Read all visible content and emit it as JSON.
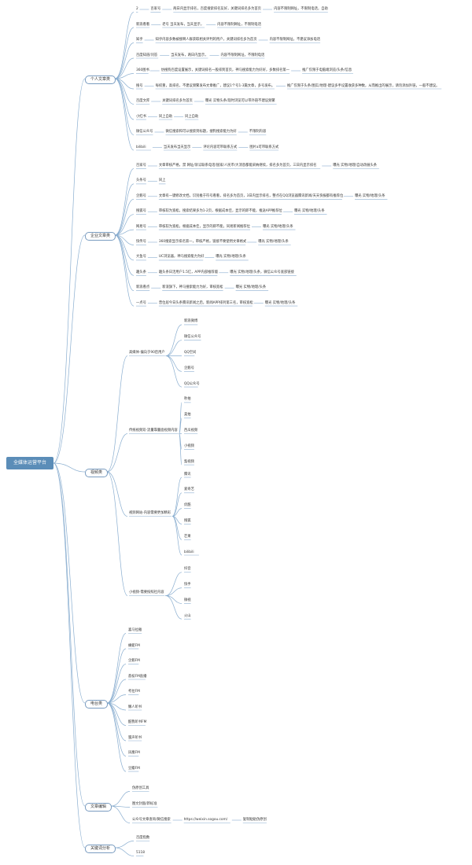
{
  "root": "全媒体运营平台",
  "branches": [
    {
      "label": "个人文章类",
      "children": [
        {
          "label": "百家号",
          "parts": [
            "2",
            "百家号",
            "两日内显示排名，百度搜索排名友好，关键词排名多为首页",
            "内容不限制网址，不限制电话，自助"
          ]
        },
        {
          "label": "新浪看看",
          "parts": [
            "新浪看看",
            "老号 当天发布，当天显示，",
            "内容不限制网址，不限制电话"
          ]
        },
        {
          "label": "知乎",
          "parts": [
            "知乎",
            "知乎内容多数被搜啊人群获取相关评判的用户，关键词排名多为首页",
            "内容不限制网址，不建议添加电话"
          ]
        },
        {
          "label": "百度知道/问答",
          "parts": [
            "百度知道/问答",
            "当天发布，两日内显示，",
            "内容不限制网址，不限制电话"
          ]
        },
        {
          "label": "360图书",
          "parts": [
            "360图书",
            "仿搜狗百度设置展示，关键词排名一般排到首页，神马搜索能力为好好，多数排名第一",
            "推广仅限于电脑端浏览/头条/信息"
          ]
        },
        {
          "label": "搜号",
          "parts": [
            "搜号",
            "每权重，高排名，不建议频繁发布文章推广，建议1个号1-3篇文章，多号发布。",
            "推广仅限于头条/图实/地理-建议多手设置收获多种数，从而推出的展示，请勿添加外链，一般不建议。"
          ]
        },
        {
          "label": "百度文库",
          "parts": [
            "百度文库",
            "关键词排名多为首页",
            "曝光 实物头条/现时浏览可以带外链不建议频繁"
          ]
        },
        {
          "label": "小红书",
          "parts": [
            "小红书",
            "同上自助",
            "同上自助"
          ]
        },
        {
          "label": "微信公众号",
          "parts": [
            "微信公众号",
            "微信搜索和可以搜索到标题，搜狗搜索能力为好",
            "不限制内容"
          ]
        },
        {
          "label": "bilibili",
          "parts": [
            "bilibili",
            "当天发布当天显示",
            "评论内容可带联系方式",
            "图片a可带联系方式"
          ]
        }
      ]
    },
    {
      "label": "企业文章类",
      "children": [
        {
          "label": "百家号",
          "parts": [
            "百家号",
            "文章审核严格，禁 网址/诉讼联系电话/国家/人民币/大消息都能采纳继续，排名多为首页，三日内显示排名",
            "曝光 实物/地理/自动改展头条"
          ]
        },
        {
          "label": "头条号",
          "parts": [
            "头条号",
            "同上"
          ]
        },
        {
          "label": "企鹅号",
          "parts": [
            "企鹅号",
            "文章有一键修改文档，识别推于符号看看，排名多为首页，3日内显示排名，整点在QQ浏览器腾讯新闻/天天快报都有推荐位",
            "曝光 实物/地理/头条"
          ]
        },
        {
          "label": "搜狐号",
          "parts": [
            "搜狐号",
            "审核较为宽松，搜索结果多为1-2页，根据成本佳，显示的即不能，推送APP推荐位",
            "曝光 实物/地理/头条"
          ]
        },
        {
          "label": "网易号",
          "parts": [
            "网易号",
            "审核较为宽松，根据成本佳，显示的即不能，同易新闻推荐位",
            "曝光 实物/地理/头条"
          ]
        },
        {
          "label": "快传号",
          "parts": [
            "快传号",
            "360搜索显示排名第一，审核严格，链接不要使用文章格式",
            "曝光 实物/地理/头条"
          ]
        },
        {
          "label": "大鱼号",
          "parts": [
            "大鱼号",
            "UC浏览器，神马搜索能力为好",
            "曝光 实物/地理/头条"
          ]
        },
        {
          "label": "趣头条",
          "parts": [
            "趣头条",
            "趣头条日活用户1.5亿，APP内部推荐版",
            "曝光 实物/地理/头条，微信公众号底部链接"
          ]
        },
        {
          "label": "新浪看点",
          "parts": [
            "新浪看点",
            "新浪旗下，神马搜索能力为好，审核宽松",
            "曝光 实物/地理/头条"
          ]
        },
        {
          "label": "一点号",
          "parts": [
            "一点号",
            "曾位居今日头条腾讯新闻之后，新闻APP排列第三名，审核宽松",
            "曝光 实物/地理/头条"
          ]
        }
      ]
    },
    {
      "label": "视频类",
      "groups": [
        {
          "label": "高媒体-偏向于90后用户",
          "items": [
            "新浪微博",
            "微信公众号",
            "QQ空间",
            "企鹅号",
            "QQ公众号"
          ]
        },
        {
          "label": "传统视频双-流量靠量面视频内容",
          "items": [
            "秒拍",
            "美拍",
            "西瓜视频",
            "小视频",
            "梨视频"
          ]
        },
        {
          "label": "视频网站-内容需要更加精彩",
          "items": [
            "腾讯",
            "爱奇艺",
            "优酷",
            "搜狐",
            "芒果",
            "bilibili"
          ]
        },
        {
          "label": "小视频-需要按照社内容",
          "items": [
            "抖音",
            "快手",
            "微视",
            "火山"
          ]
        }
      ]
    },
    {
      "label": "电台类",
      "items": [
        "喜马拉雅",
        "蜻蜓FM",
        "企鹅FM",
        "荔枝FM直播",
        "考拉FM",
        "懒人听书",
        "酷我听书FM",
        "蜜声听书",
        "凤凰FM",
        "豆瓣FM"
      ]
    },
    {
      "label": "文章编辑",
      "items": [
        {
          "label": "伪原创工具"
        },
        {
          "label": "图文封面/新标准"
        },
        {
          "label": "公众号文章查询/微信搜索",
          "parts": [
            "公众号文章查询/微信搜索",
            "https://weixin.sogou.com/",
            "复制粘贴伪原创"
          ]
        }
      ]
    },
    {
      "label": "关键词分析",
      "items": [
        "百度指数",
        "5118"
      ]
    }
  ]
}
